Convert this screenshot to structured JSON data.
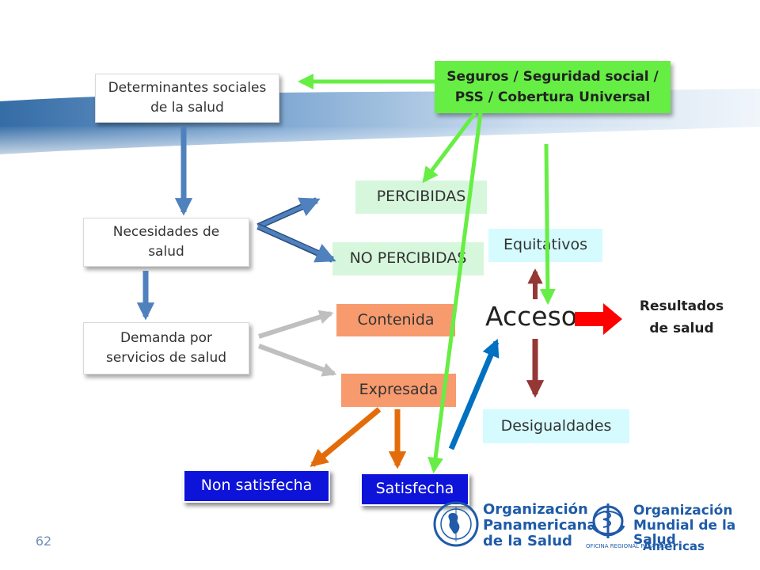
{
  "slide": {
    "page_number": "62",
    "nodes": {
      "determinantes": "Determinantes sociales de la salud",
      "seguros": "Seguros / Seguridad social / PSS / Cobertura Universal",
      "necesidades": "Necesidades de salud",
      "demanda": "Demanda por servicios de salud",
      "percibidas": "PERCIBIDAS",
      "no_percibidas": "NO PERCIBIDAS",
      "equitativos": "Equitativos",
      "contenida": "Contenida",
      "expresada": "Expresada",
      "acceso": "Acceso",
      "resultados": "Resultados de salud",
      "desigualdades": "Desigualdades",
      "non_satisfecha": "Non satisfecha",
      "satisfecha": "Satisfecha"
    },
    "logos": {
      "ops_line1": "Organización",
      "ops_line2": "Panamericana",
      "ops_line3": "de la Salud",
      "oms_line1": "Organización",
      "oms_line2": "Mundial de la Salud",
      "oms_sub": "OFICINA REGIONAL PARA LAS",
      "oms_region": "Américas"
    },
    "colors": {
      "green_arrow": "#66ee44",
      "blue_arrow": "#4f81bd",
      "orange_arrow": "#e36c09",
      "dark_red_arrow": "#953735",
      "red_arrow": "#ff0000",
      "who_blue": "#1f5ba8"
    }
  }
}
